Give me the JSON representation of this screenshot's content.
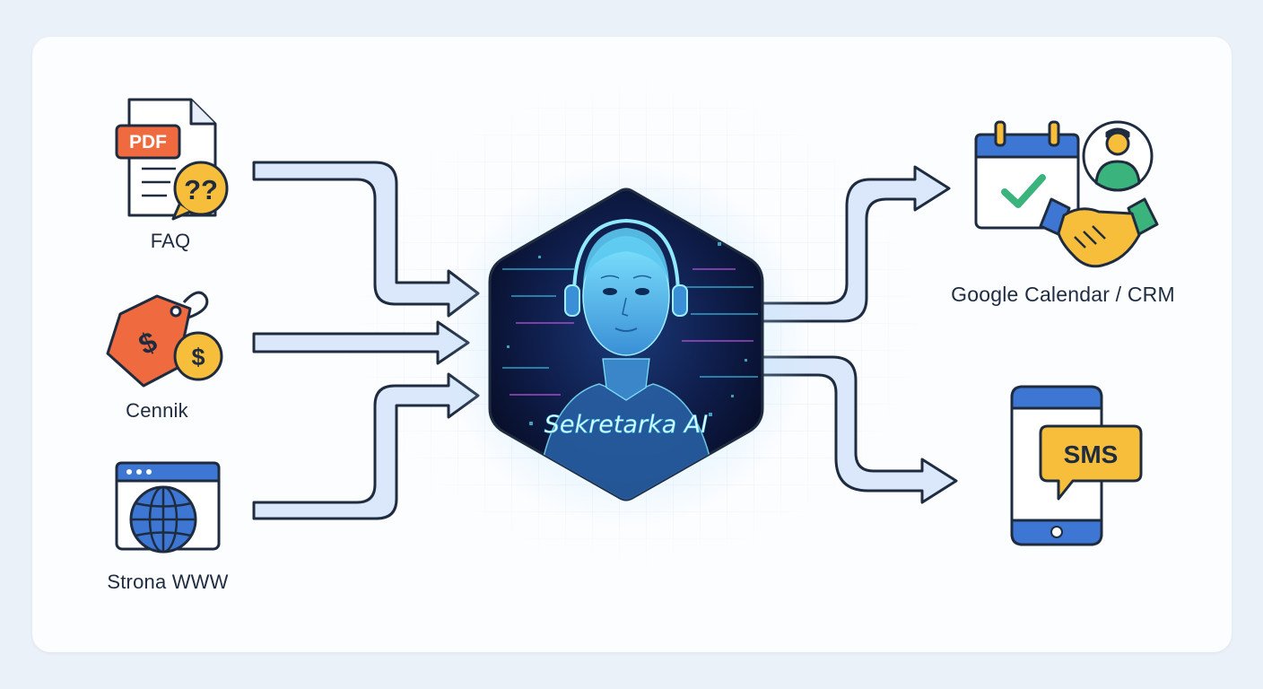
{
  "inputs": [
    {
      "label": "FAQ",
      "icon": "pdf-faq-icon",
      "badge_text": "PDF",
      "bubble_text": "??"
    },
    {
      "label": "Cennik",
      "icon": "price-tag-icon",
      "tag_symbol": "$",
      "coin_symbol": "$"
    },
    {
      "label": "Strona WWW",
      "icon": "web-browser-icon"
    }
  ],
  "center": {
    "label": "Sekretarka AI",
    "icon": "ai-assistant-icon"
  },
  "outputs": [
    {
      "label": "Google Calendar / CRM",
      "icon": "calendar-crm-icon"
    },
    {
      "label": "",
      "icon": "smartphone-sms-icon",
      "bubble_text": "SMS"
    }
  ],
  "colors": {
    "stroke": "#1f2c40",
    "arrow_fill": "#dbe8fb",
    "blue": "#3d76d3",
    "orange": "#f06a3f",
    "yellow": "#f6be3a",
    "green": "#3bb37c",
    "hex_dark": "#0b1536",
    "cyan": "#5fd7f5"
  }
}
